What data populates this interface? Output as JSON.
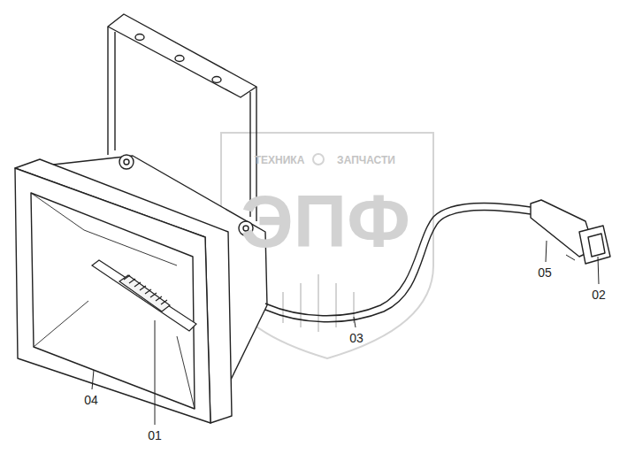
{
  "diagram": {
    "labels": [
      "ТЕХНИКА",
      "ЗАПЧАСТИ",
      "ЭПФ",
      "01",
      "02",
      "03",
      "04",
      "05"
    ]
  }
}
